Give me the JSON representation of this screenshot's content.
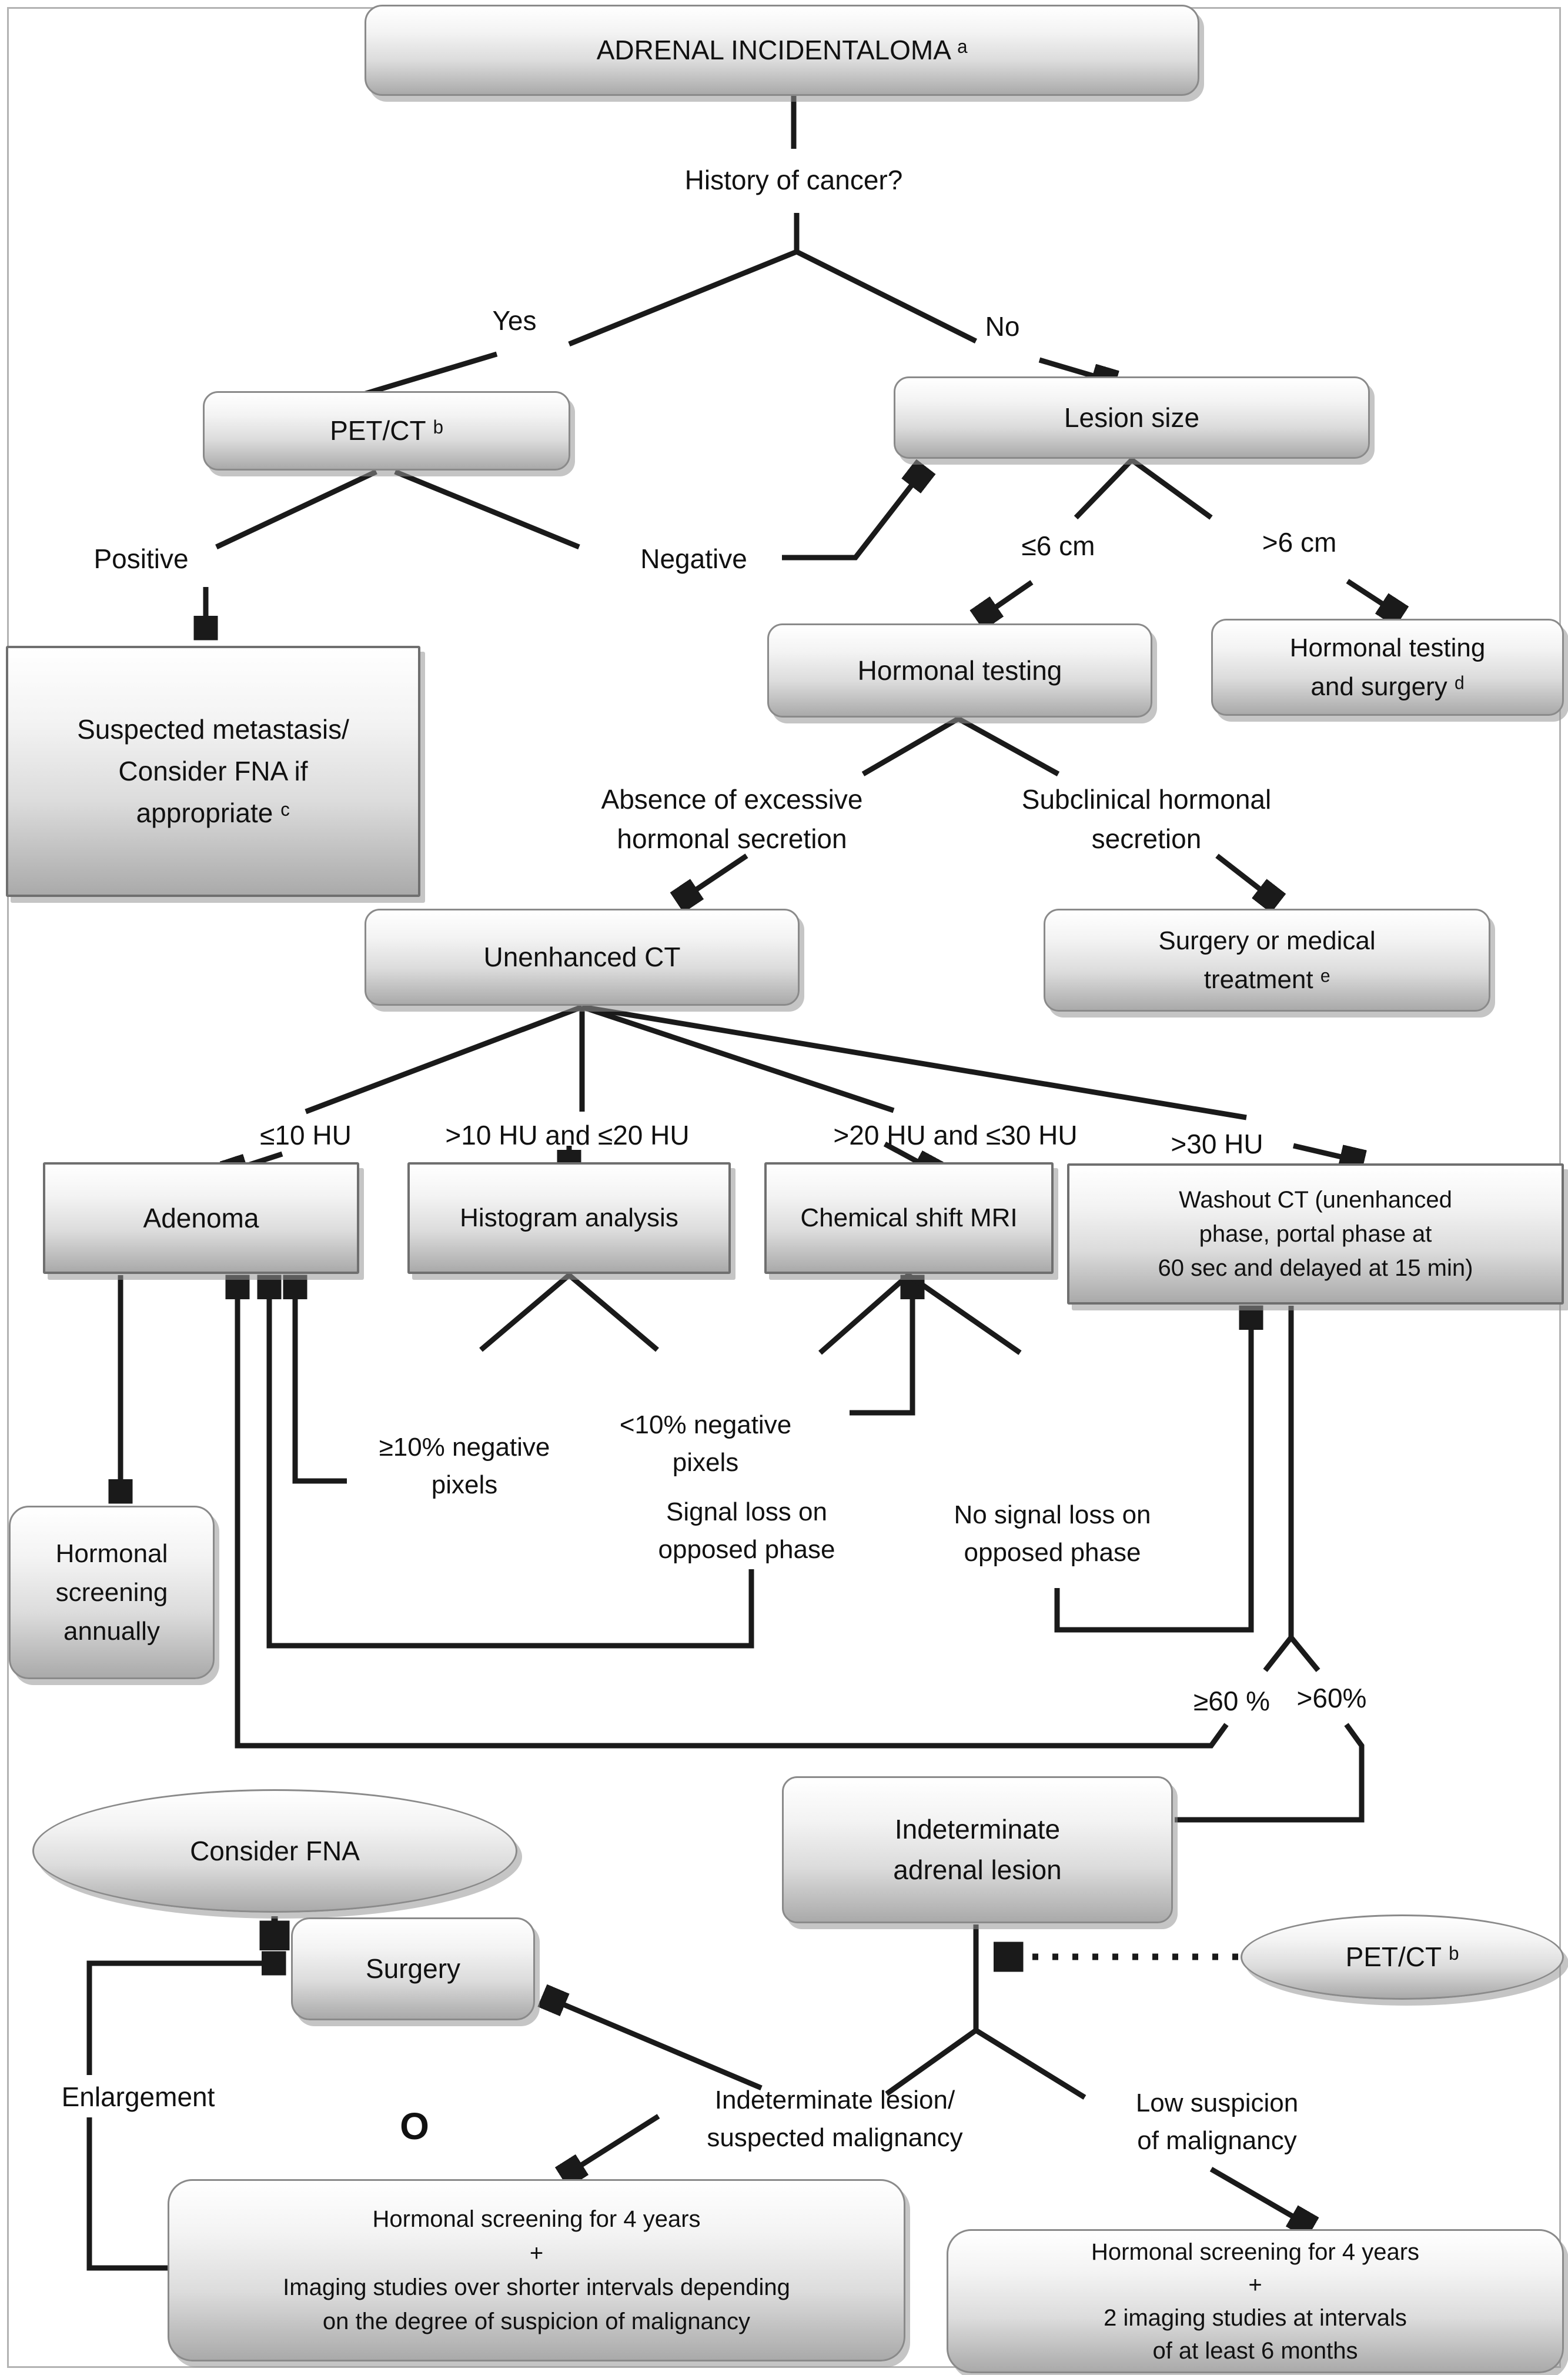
{
  "figure": {
    "type": "flowchart",
    "title": "Adrenal incidentaloma diagnostic work-up algorithm"
  },
  "colors": {
    "line": "#1a1a1a",
    "box_border": "#8a8a8a",
    "box_gradient_top": "#ffffff",
    "box_gradient_bottom": "#aaaaaa",
    "text": "#111111",
    "frame": "#b3b3b3"
  },
  "nodes": {
    "adrenal": "ADRENAL INCIDENTALOMA ᵃ",
    "history": "History of cancer?",
    "yes": "Yes",
    "no": "No",
    "petct1": "PET/CT ᵇ",
    "lesion": "Lesion size",
    "positive": "Positive",
    "negative": "Negative",
    "le6cm": "≤6 cm",
    "gt6cm": ">6 cm",
    "metastasis": "Suspected metastasis/\nConsider FNA if\nappropriate ᶜ",
    "hormtest": "Hormonal testing",
    "hormsurg": "Hormonal testing\nand surgery ᵈ",
    "absence": "Absence of excessive\nhormonal secretion",
    "subclinical": "Subclinical hormonal\nsecretion",
    "unenhanced": "Unenhanced CT",
    "surgmed": "Surgery or medical\ntreatment ᵉ",
    "hu_le10": "≤10 HU",
    "hu_10_20": ">10 HU and ≤20 HU",
    "hu_20_30": ">20 HU and ≤30 HU",
    "hu_gt30": ">30 HU",
    "adenoma": "Adenoma",
    "histogram": "Histogram analysis",
    "chemical": "Chemical shift MRI",
    "washout": "Washout CT (unenhanced\nphase, portal phase at\n60 sec and delayed at 15 min)",
    "ge10pct": "≥10% negative\npixels",
    "lt10pct": "<10% negative\npixels",
    "hormscreen": "Hormonal\nscreening\nannually",
    "signalloss": "Signal loss on\nopposed phase",
    "nosignalloss": "No signal loss on\nopposed phase",
    "ge60": "≥60 %",
    "gt60": ">60%",
    "considerfna": "Consider FNA",
    "indeterminate": "Indeterminate\nadrenal lesion",
    "petct2": "PET/CT ᵇ",
    "surgery": "Surgery",
    "enlargement": "Enlargement",
    "orword": "O",
    "indetlesion": "Indeterminate lesion/\nsuspected malignancy",
    "lowsusp": "Low suspicion\nof malignancy",
    "bottomleft": "Hormonal screening for 4 years\n+\nImaging studies over shorter intervals depending\non the degree of suspicion of malignancy",
    "bottomright": "Hormonal screening for 4 years\n+\n2 imaging studies at intervals\nof at least 6 months"
  }
}
